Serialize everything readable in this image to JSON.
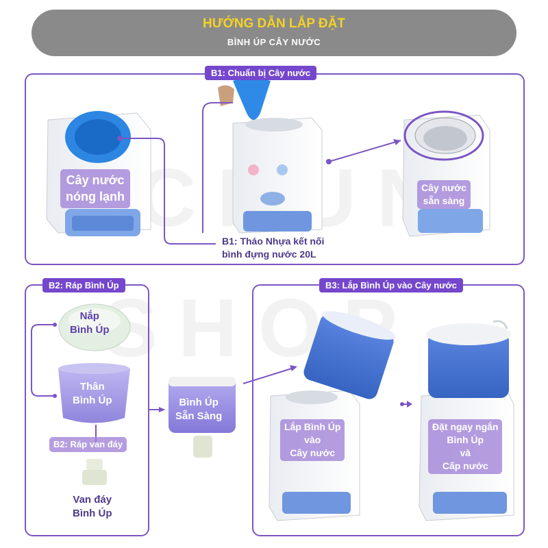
{
  "header": {
    "title": "HƯỚNG DẪN LẮP ĐẶT",
    "subtitle": "BÌNH ÚP CÂY NƯỚC"
  },
  "watermark": {
    "top": "CHUN",
    "bottom": "SHOP"
  },
  "step1": {
    "tag": "B1: Chuẩn bị Cây nước",
    "dispenser_label_line1": "Cây nước",
    "dispenser_label_line2": "nóng lạnh",
    "remove_note_line1": "B1: Tháo Nhựa kết nối",
    "remove_note_line2": "bình đựng nước 20L",
    "ready_label_line1": "Cây nước",
    "ready_label_line2": "sẵn sàng"
  },
  "step2": {
    "tag": "B2: Ráp Bình Úp",
    "lid_line1": "Nắp",
    "lid_line2": "Bình Úp",
    "body_line1": "Thân",
    "body_line2": "Bình Úp",
    "valve_tag": "B2: Ráp van đáy",
    "valve_line1": "Van đáy",
    "valve_line2": "Bình Úp",
    "ready_line1": "Bình Úp",
    "ready_line2": "Sẵn Sàng"
  },
  "step3": {
    "tag": "B3: Lắp Bình Úp vào Cây nước",
    "install_line1": "Lắp Bình Úp",
    "install_line2": "vào",
    "install_line3": "Cây nước",
    "done_line1": "Đặt ngay ngắn",
    "done_line2": "Bình Úp",
    "done_line3": "và",
    "done_line4": "Cấp nước"
  },
  "colors": {
    "accent": "#7547cc",
    "header_bg": "#8a8a8a",
    "header_title": "#f4d225",
    "tank_blue": "#3f6fd0"
  }
}
